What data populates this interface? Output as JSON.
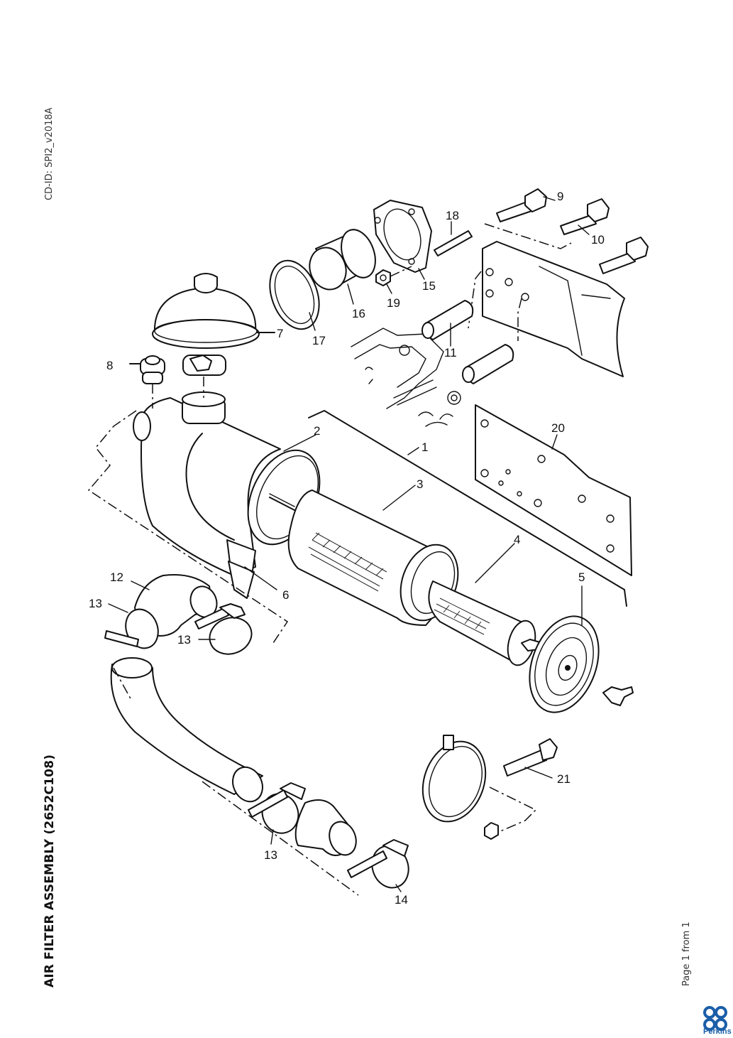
{
  "document": {
    "cd_id": "CD-ID: SPI2_v2018A",
    "title": "AIR FILTER ASSEMBLY (2652C108)",
    "page_info": "Page 1 from 1",
    "brand": "Perkins",
    "brand_color": "#1b5ea8"
  },
  "diagram": {
    "callouts": [
      {
        "id": "1",
        "label": "1"
      },
      {
        "id": "2",
        "label": "2"
      },
      {
        "id": "3",
        "label": "3"
      },
      {
        "id": "4",
        "label": "4"
      },
      {
        "id": "5",
        "label": "5"
      },
      {
        "id": "6",
        "label": "6"
      },
      {
        "id": "7",
        "label": "7"
      },
      {
        "id": "8",
        "label": "8"
      },
      {
        "id": "9",
        "label": "9"
      },
      {
        "id": "10",
        "label": "10"
      },
      {
        "id": "11",
        "label": "11"
      },
      {
        "id": "12",
        "label": "12"
      },
      {
        "id": "13a",
        "label": "13"
      },
      {
        "id": "13b",
        "label": "13"
      },
      {
        "id": "13c",
        "label": "13"
      },
      {
        "id": "14",
        "label": "14"
      },
      {
        "id": "15",
        "label": "15"
      },
      {
        "id": "16",
        "label": "16"
      },
      {
        "id": "17",
        "label": "17"
      },
      {
        "id": "18",
        "label": "18"
      },
      {
        "id": "19",
        "label": "19"
      },
      {
        "id": "20",
        "label": "20"
      },
      {
        "id": "21",
        "label": "21"
      }
    ]
  }
}
